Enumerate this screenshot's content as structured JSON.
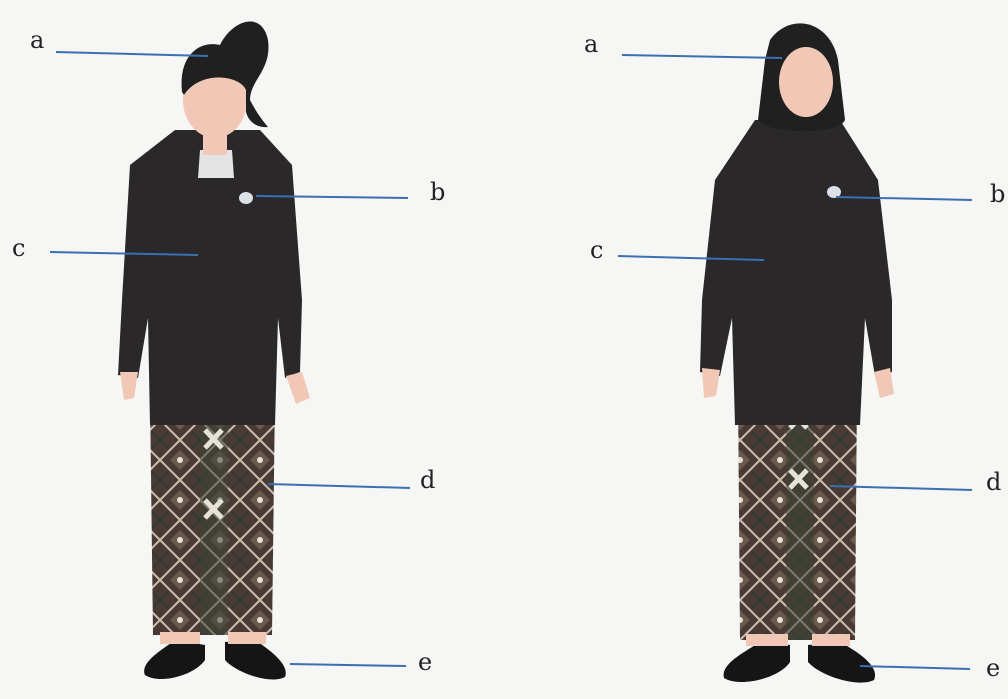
{
  "figures": [
    {
      "name": "woman-without-hijab",
      "labels": {
        "a": "a",
        "b": "b",
        "c": "c",
        "d": "d",
        "e": "e"
      }
    },
    {
      "name": "woman-with-hijab",
      "labels": {
        "a": "a",
        "b": "b",
        "c": "c",
        "d": "d",
        "e": "e"
      }
    }
  ],
  "colors": {
    "background": "#f6f6f4",
    "leader_line": "#3a6fb5",
    "jacket": "#2a2828",
    "skin": "#f1c8b6",
    "hair": "#202020",
    "batik_base": "#4a3a35",
    "shoes": "#151515"
  }
}
